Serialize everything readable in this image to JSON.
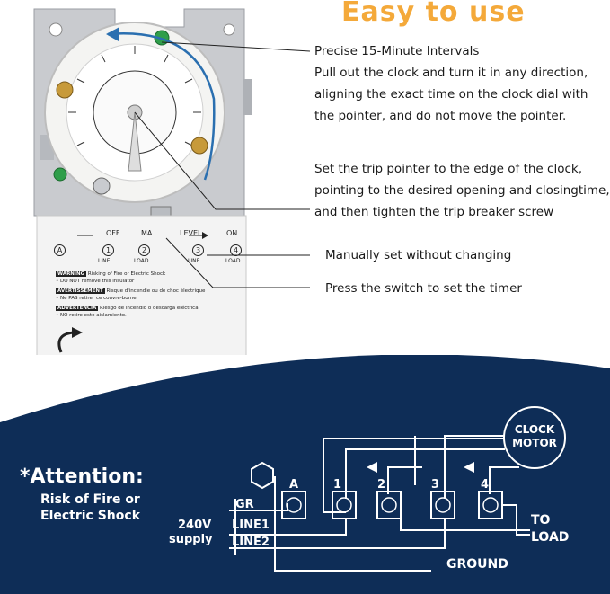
{
  "headline": "Easy to use",
  "features": [
    {
      "title": "Precise 15-Minute Intervals",
      "body_lines": [
        "Pull out the clock and turn it in any direction,",
        "aligning the exact time on the clock dial with",
        "the pointer, and do not move the pointer."
      ]
    },
    {
      "body_lines": [
        "Set the trip pointer to the edge of the clock,",
        "pointing to the desired opening and closingtime,",
        "and then tighten the trip breaker screw"
      ]
    },
    {
      "body_lines": [
        "Manually set without changing"
      ]
    },
    {
      "body_lines": [
        "Press the switch to set the timer"
      ]
    }
  ],
  "device": {
    "top_labels": [
      "OFF",
      "MA",
      "LEVEL",
      "ON"
    ],
    "terminals": [
      "A",
      "1",
      "2",
      "3",
      "4"
    ],
    "terminal_sub": [
      "LINE",
      "LOAD",
      "LINE",
      "LOAD"
    ],
    "warnings": [
      {
        "tag": "WARNING",
        "text": "Risking of Fire or Electric Shock",
        "sub": "• DO NOT remove this insulator"
      },
      {
        "tag": "AVERTISSEMENT",
        "text": "Risque d'incendie ou de choc électrique",
        "sub": "• Ne PAS retirer ce couvre-borne."
      },
      {
        "tag": "ADVERTENCIA",
        "text": "Riesgo de incendio o descarga eléctrica",
        "sub": "• NO retire este aislamiento."
      }
    ]
  },
  "attention": {
    "title": "*Attention:",
    "lines": [
      "Risk of Fire or",
      "Electric Shock"
    ]
  },
  "wiring": {
    "clock_motor": [
      "CLOCK",
      "MOTOR"
    ],
    "gr": "GR",
    "terminals": [
      "A",
      "1",
      "2",
      "3",
      "4"
    ],
    "line1": "LINE1",
    "line2": "LINE2",
    "supply": [
      "240V",
      "supply"
    ],
    "to_load": [
      "TO",
      "LOAD"
    ],
    "ground": "GROUND"
  },
  "colors": {
    "headline": "#f4a93a",
    "navy": "#0e2d57",
    "accent_blue": "#2a6fb0"
  }
}
